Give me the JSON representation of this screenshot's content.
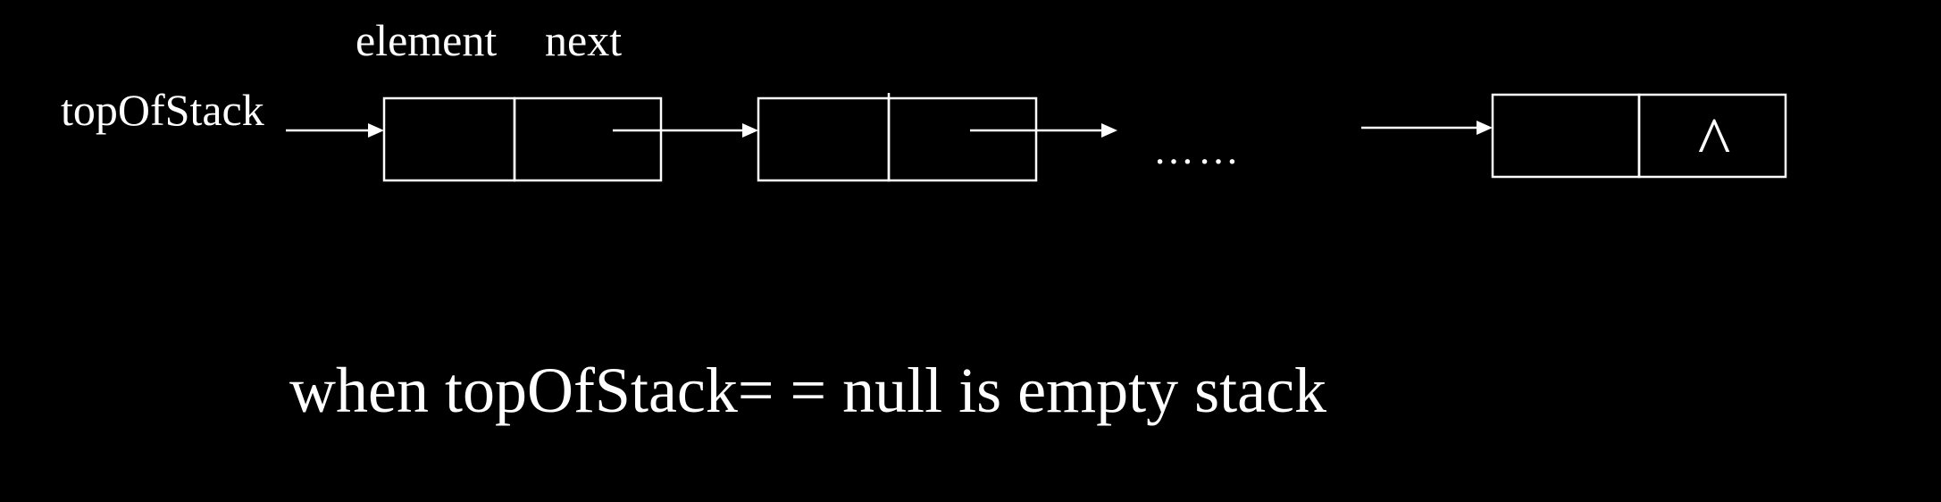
{
  "labels": {
    "element": "element",
    "next": "next",
    "top_pointer": "topOfStack",
    "ellipsis": "……",
    "null_mark": "^",
    "caption": "when topOfStack= = null is empty stack"
  },
  "colors": {
    "background": "#000000",
    "foreground": "#ffffff"
  },
  "nodes_shown": 3
}
